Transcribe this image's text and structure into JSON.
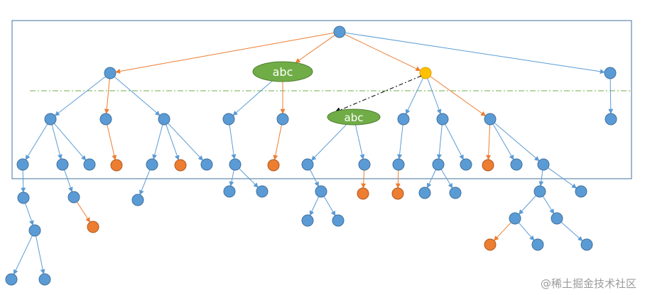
{
  "watermark": "@稀土掘金技术社区",
  "colors": {
    "blue_node": "#5b9bd5",
    "blue_node_stroke": "#41719c",
    "orange_node": "#ed7d31",
    "orange_node_stroke": "#ae5a21",
    "yellow_node": "#ffc000",
    "green_ellipse": "#70ad47",
    "green_ellipse_stroke": "#507e32",
    "blue_edge": "#5b9bd5",
    "orange_edge": "#ed7d31",
    "frame": "#41719c",
    "dashed_line": "#70ad47",
    "dashed_arrow": "#000000",
    "label_text": "#ffffff"
  },
  "labels": {
    "green_node_1": "abc",
    "green_node_2": "abc"
  }
}
